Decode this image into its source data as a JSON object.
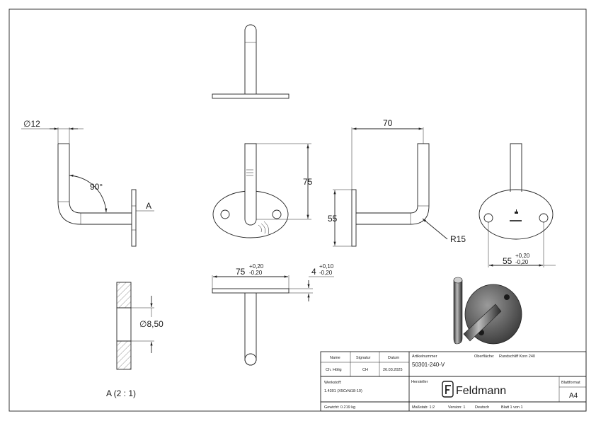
{
  "dims": {
    "dia12": "∅12",
    "angle90": "90°",
    "sectionA": "A",
    "d70": "70",
    "d75": "75",
    "d55": "55",
    "r15": "R15",
    "d55b": "55",
    "d55b_tol_up": "+0,20",
    "d55b_tol_dn": "-0,20",
    "w75": "75",
    "w75_tol_up": "+0,20",
    "w75_tol_dn": "-0,20",
    "t4": "4",
    "t4_tol_up": "+0,10",
    "t4_tol_dn": "-0,20",
    "dia850": "∅8,50",
    "detail": "A (2 : 1)"
  },
  "titleblock": {
    "h_name": "Name",
    "h_signatur": "Signatur",
    "h_datum": "Datum",
    "name": "Ch. Hölig",
    "signatur": "CH",
    "datum": "26.03.2025",
    "artikel_label": "Artikelnummer",
    "artikel": "50301-240-V",
    "oberflaeche_label": "Oberfläche:",
    "oberflaeche": "Rundschliff Korn 240",
    "werkstoff_label": "Werkstoff:",
    "werkstoff": "1.4301 (X5CrNi18-10)",
    "hersteller_label": "Hersteller",
    "brand": "Feldmann",
    "blattformat_label": "Blattformat",
    "blattformat": "A4",
    "gewicht": "Gewicht: 0.219 kg",
    "massstab": "Maßstab: 1:2",
    "version": "Version: 1",
    "sprache": "Deutsch",
    "blatt": "Blatt 1 von 1"
  },
  "icons": {
    "logo": "feldmann-logo-icon"
  }
}
